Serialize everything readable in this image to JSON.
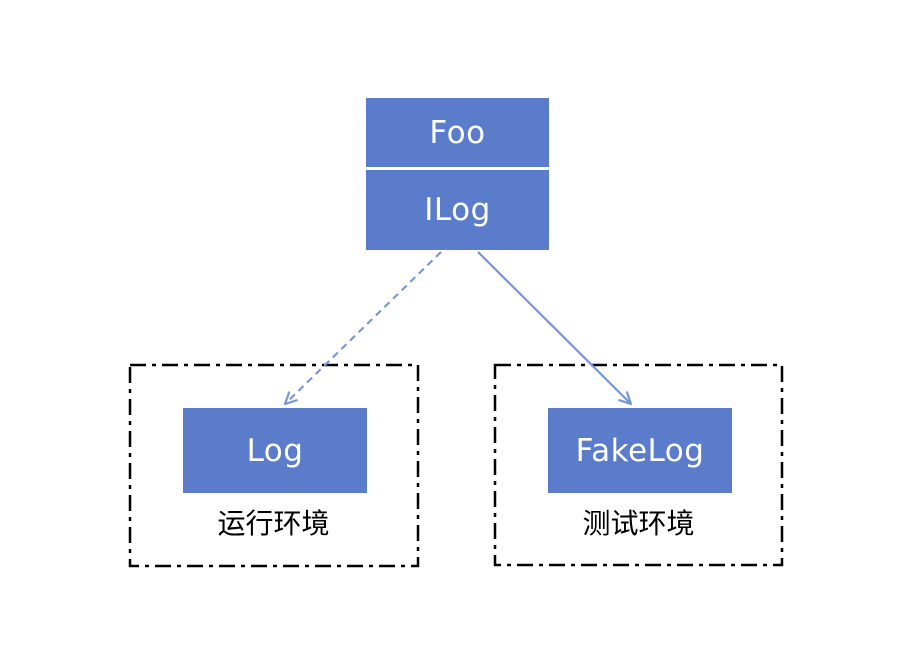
{
  "diagram": {
    "type": "dependency-injection-uml",
    "client_class": {
      "name": "Foo",
      "dependency": "ILog"
    },
    "environments": [
      {
        "implementation": "Log",
        "label": "运行环境",
        "arrow_style": "dashed"
      },
      {
        "implementation": "FakeLog",
        "label": "测试环境",
        "arrow_style": "solid"
      }
    ],
    "colors": {
      "class_box_fill": "#5a7cca",
      "class_box_text": "#ffffff",
      "arrow_stroke": "#7896d7",
      "container_border": "#000000",
      "environment_label_text": "#000000",
      "background": "#ffffff"
    }
  }
}
